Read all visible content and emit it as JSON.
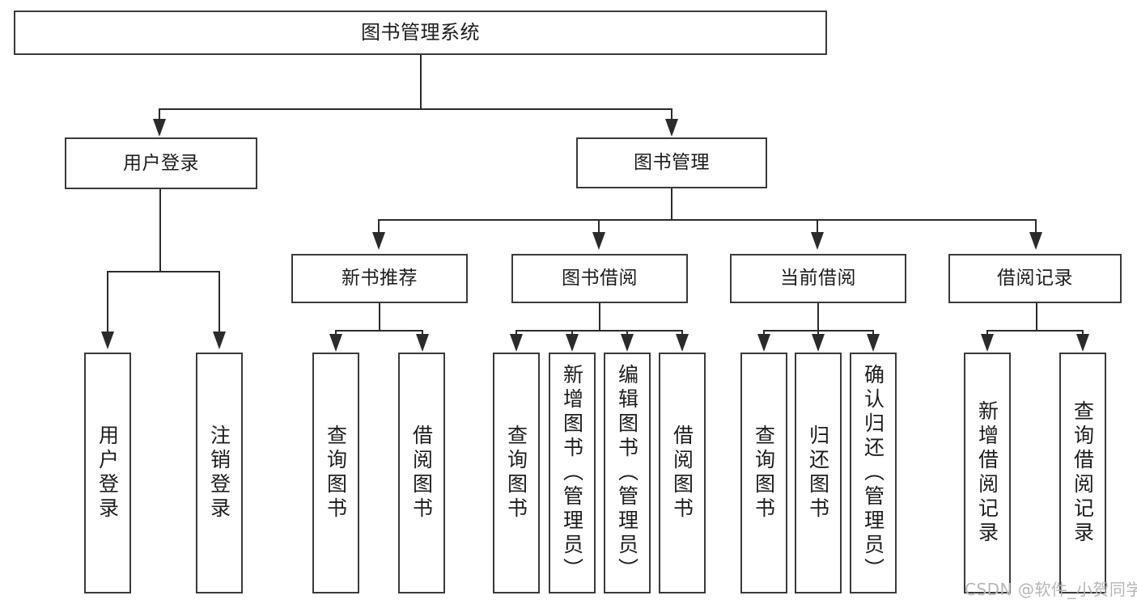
{
  "diagram": {
    "title": "图书管理系统",
    "root": {
      "label": "图书管理系统"
    },
    "level2": [
      {
        "label": "用户登录"
      },
      {
        "label": "图书管理"
      }
    ],
    "level3": [
      {
        "label": "新书推荐"
      },
      {
        "label": "图书借阅"
      },
      {
        "label": "当前借阅"
      },
      {
        "label": "借阅记录"
      }
    ],
    "leaves": {
      "user_login": [
        {
          "label": "用户登录"
        },
        {
          "label": "注销登录"
        }
      ],
      "new_book_recommend": [
        {
          "label": "查询图书"
        },
        {
          "label": "借阅图书"
        }
      ],
      "book_borrow": [
        {
          "label": "查询图书"
        },
        {
          "label": "新增图书（管理员）"
        },
        {
          "label": "编辑图书（管理员）"
        },
        {
          "label": "借阅图书"
        }
      ],
      "current_borrow": [
        {
          "label": "查询图书"
        },
        {
          "label": "归还图书"
        },
        {
          "label": "确认归还（管理员）"
        }
      ],
      "borrow_record": [
        {
          "label": "新增借阅记录"
        },
        {
          "label": "查询借阅记录"
        }
      ]
    }
  },
  "watermark": {
    "text": "CSDN @软件_小贺同学"
  },
  "colors": {
    "box_border": "#3a3a3a",
    "connector": "#2b2b2b",
    "text": "#1d1d1d",
    "background": "#ffffff",
    "watermark": "#b6b6b6"
  }
}
